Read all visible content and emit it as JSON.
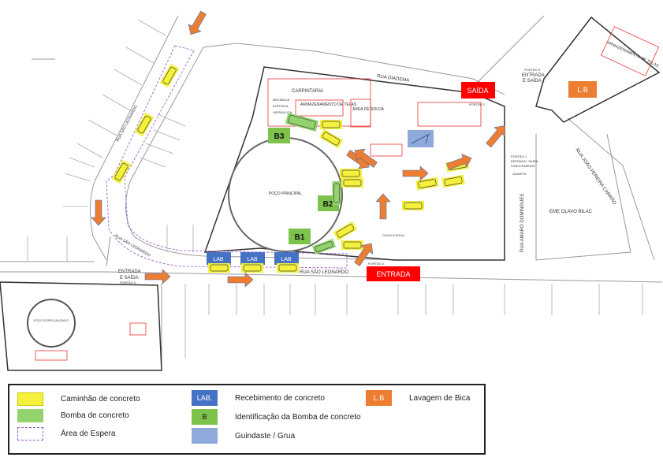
{
  "map": {
    "streets": {
      "diadema": "RUA DIADEMA",
      "sao_leonardo_left": "RUA SÃO LEONARDO",
      "sao_leonardo_curve": "RUA SÃO LEONARDO",
      "sao_leonardo_bottom": "RUA SÃO LEONARDO",
      "amaro_domingues": "RUA AMARO DOMINGUES",
      "joao_pereira": "RUA JOÃO PEREIRA CARRÃO"
    },
    "places": {
      "poco_principal": "POÇO PRINCIPAL",
      "poco_especializado": "POÇO ESPECIALIZADO",
      "eme": "EME OLAVO BILAC",
      "carpintaria": "CARPINTARIA",
      "armazenamento_telas": "ARMAZENAMENTO DE TELAS",
      "armazenamento_telas_2": "ARMAZENAMENTO DE TELAS",
      "area_solda": "ÁREA DE SOLDA",
      "mecanica": "MECÂNICA",
      "eletrica": "ELÉTRICA",
      "hidraulica": "HIDRÁULICA",
      "caixa_dagua": "CAIXA D'ÁGUA",
      "guarita": "GUARITA"
    },
    "gates": {
      "portao4_line1": "ENTRADA",
      "portao4_line2": "E SAÍDA",
      "portao4_line3": "PORTÃO 4",
      "portao3_line1": "PORTÃO 3",
      "portao3_line2": "ENTRADA",
      "portao3_line3": "E SAÍDA",
      "portao1_line1": "PORTÃO 1",
      "portao1_line2": "ENTRADA / SAÍDA",
      "portao1_line3": "FUNCIONÁRIOS",
      "portao2": "PORTÃO 2",
      "portao1_top": "PORTÃO 1"
    },
    "signs": {
      "saida": "SAÍDA",
      "entrada": "ENTRADA",
      "lb": "L.B",
      "lab1": "LAB",
      "lab2": "LAB",
      "lab3": "LAB",
      "b1": "B1",
      "b2": "B2",
      "b3": "B3"
    },
    "colors": {
      "truck": "#f4f03c",
      "pump": "#92d36e",
      "lab": "#4472c4",
      "pump_id": "#7dc24a",
      "lb": "#ed7d31",
      "arrow": "#ed7d31",
      "sign_red": "#ff0000",
      "waiting": "#9a5fd0",
      "crane": "#8eaadb"
    }
  },
  "legend": {
    "truck": "Caminhão de concreto",
    "pump": "Bomba de concreto",
    "waiting": "Área de Espera",
    "lab_swatch": "LAB.",
    "lab": "Recebimento de concreto",
    "b_swatch": "B",
    "b": "Identificação da Bomba de concreto",
    "crane": "Guindaste / Grua",
    "lb_swatch": "L.B",
    "lb": "Lavagem de Bica"
  }
}
